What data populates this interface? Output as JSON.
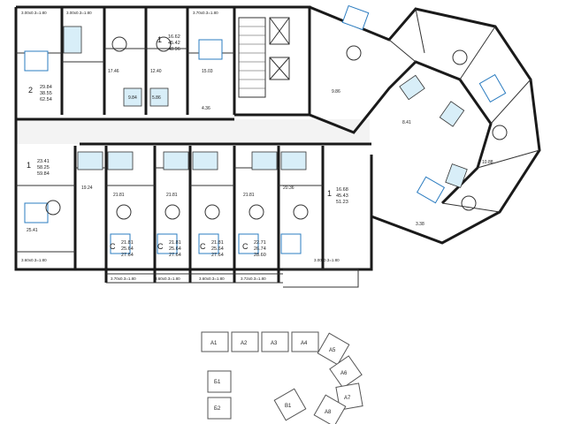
{
  "plan": {
    "unit_labels": [
      {
        "id": "u-top-left",
        "rooms": "2",
        "lines": [
          "29.84",
          "38.55",
          "62.54"
        ]
      },
      {
        "id": "u-top-mid",
        "rooms": "1",
        "lines": [
          "16.62",
          "45.42",
          "48.96"
        ]
      },
      {
        "id": "u-left",
        "rooms": "1",
        "lines": [
          "23.41",
          "58.25",
          "59.84"
        ]
      },
      {
        "id": "u-s1",
        "rooms": "C",
        "lines": [
          "21.81",
          "25.64",
          "27.64"
        ]
      },
      {
        "id": "u-s2",
        "rooms": "C",
        "lines": [
          "21.81",
          "25.64",
          "27.64"
        ]
      },
      {
        "id": "u-s3",
        "rooms": "C",
        "lines": [
          "21.81",
          "25.64",
          "27.64"
        ]
      },
      {
        "id": "u-s4",
        "rooms": "C",
        "lines": [
          "22.71",
          "26.74",
          "28.60"
        ]
      },
      {
        "id": "u-right",
        "rooms": "1",
        "lines": [
          "16.68",
          "45.43",
          "51.23"
        ]
      }
    ],
    "small_labels": [
      "21.81",
      "21.81",
      "21.81",
      "19.24",
      "20.36",
      "17.46",
      "12.40",
      "15.03",
      "4.36",
      "9.84",
      "5.86",
      "9.86",
      "8.41",
      "10.88",
      "3.38",
      "25.41"
    ],
    "balcony_labels": [
      "3.00x0.3=1.80",
      "3.00x0.3=1.80",
      "3.70x0.3=1.80",
      "3.70x0.3=1.80",
      "3.60x0.3=1.80",
      "3.60x0.3=1.80",
      "3.72x0.3=1.80",
      "3.60x0.3=1.80",
      "3.00x0.3=1.80"
    ]
  },
  "site": {
    "blocks": [
      "A1",
      "A2",
      "A3",
      "A4",
      "A5",
      "A6",
      "A7",
      "A8",
      "Б1",
      "Б2",
      "В1"
    ]
  }
}
